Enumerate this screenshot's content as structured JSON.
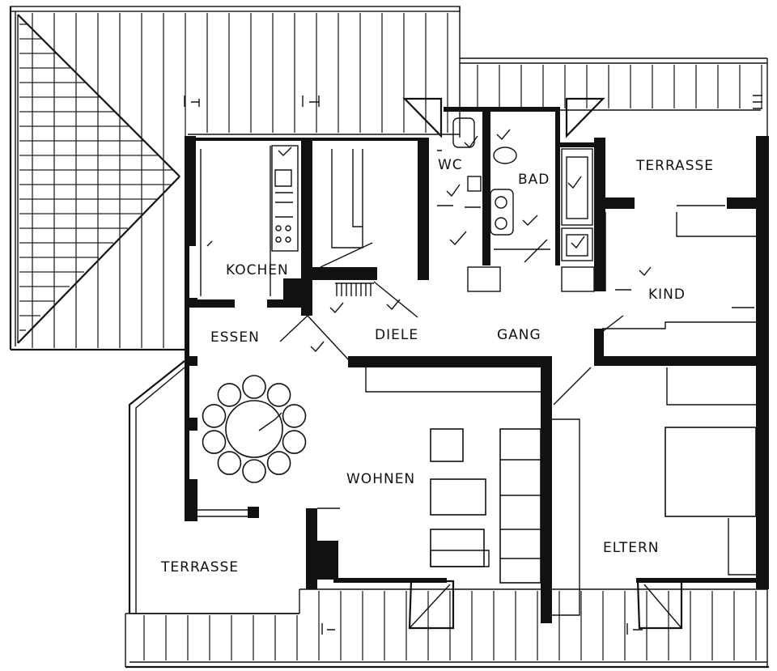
{
  "rooms": {
    "kochen": "KOCHEN",
    "wc": "WC",
    "bad": "BAD",
    "terrasse_oben": "TERRASSE",
    "kind": "KIND",
    "essen": "ESSEN",
    "diele": "DIELE",
    "gang": "GANG",
    "wohnen": "WOHNEN",
    "eltern": "ELTERN",
    "terrasse_unten": "TERRASSE"
  },
  "colors": {
    "ink": "#111111",
    "paper": "#ffffff"
  }
}
